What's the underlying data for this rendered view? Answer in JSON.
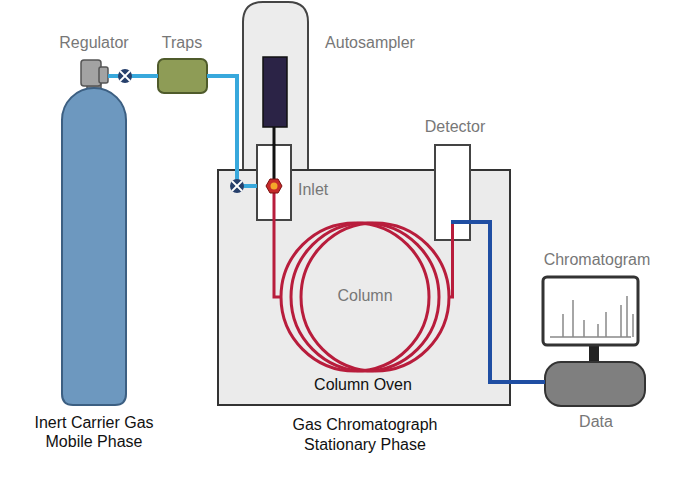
{
  "diagram": {
    "nodes": [
      {
        "text": [
          "Inert Carrier Gas",
          "Mobile Phase"
        ]
      },
      {
        "text": [
          "Regulator"
        ]
      },
      {
        "text": [
          "Traps"
        ]
      },
      {
        "text": [
          "Autosampler"
        ]
      },
      {
        "text": [
          "Column Oven",
          "Gas Chromatograph",
          "Stationary Phase"
        ]
      },
      {
        "text": [
          "Inlet"
        ],
        "in": 4
      },
      {
        "text": [
          "Column"
        ],
        "in": 4
      },
      {
        "text": [
          "Detector"
        ],
        "in": 4
      },
      {
        "text": [
          "Chromatogram"
        ]
      },
      {
        "text": [
          "Data"
        ]
      }
    ],
    "edges": [
      {
        "from": 1,
        "to": 2,
        "arrow": "none"
      },
      {
        "from": 2,
        "to": 5,
        "arrow": "none"
      },
      {
        "from": 3,
        "to": 5,
        "arrow": "none"
      },
      {
        "from": 5,
        "to": 6,
        "arrow": "none"
      },
      {
        "from": 6,
        "to": 7,
        "arrow": "none"
      },
      {
        "from": 7,
        "to": 9,
        "arrow": "none"
      }
    ]
  }
}
